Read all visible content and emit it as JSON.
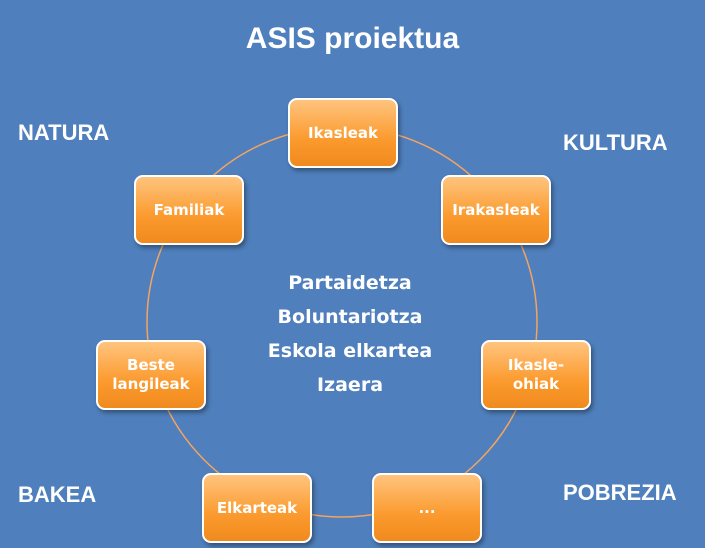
{
  "title": "ASIS proiektua",
  "corners": {
    "top_left": "NATURA",
    "top_right": "KULTURA",
    "bottom_left": "BAKEA",
    "bottom_right": "POBREZIA"
  },
  "center_lines": [
    "Partaidetza",
    "Boluntariotza",
    "Eskola elkartea",
    "Izaera"
  ],
  "nodes": {
    "ikasleak": "Ikasleak",
    "irakasleak": "Irakasleak",
    "ikasle_ohiak_1": "Ikasle-",
    "ikasle_ohiak_2": "ohiak",
    "more": "...",
    "elkarteak": "Elkarteak",
    "beste_1": "Beste",
    "beste_2": "langileak",
    "familiak": "Familiak"
  },
  "colors": {
    "background": "#4f7fbc",
    "node": "#fb9a2e",
    "connector": "#f4a460"
  }
}
